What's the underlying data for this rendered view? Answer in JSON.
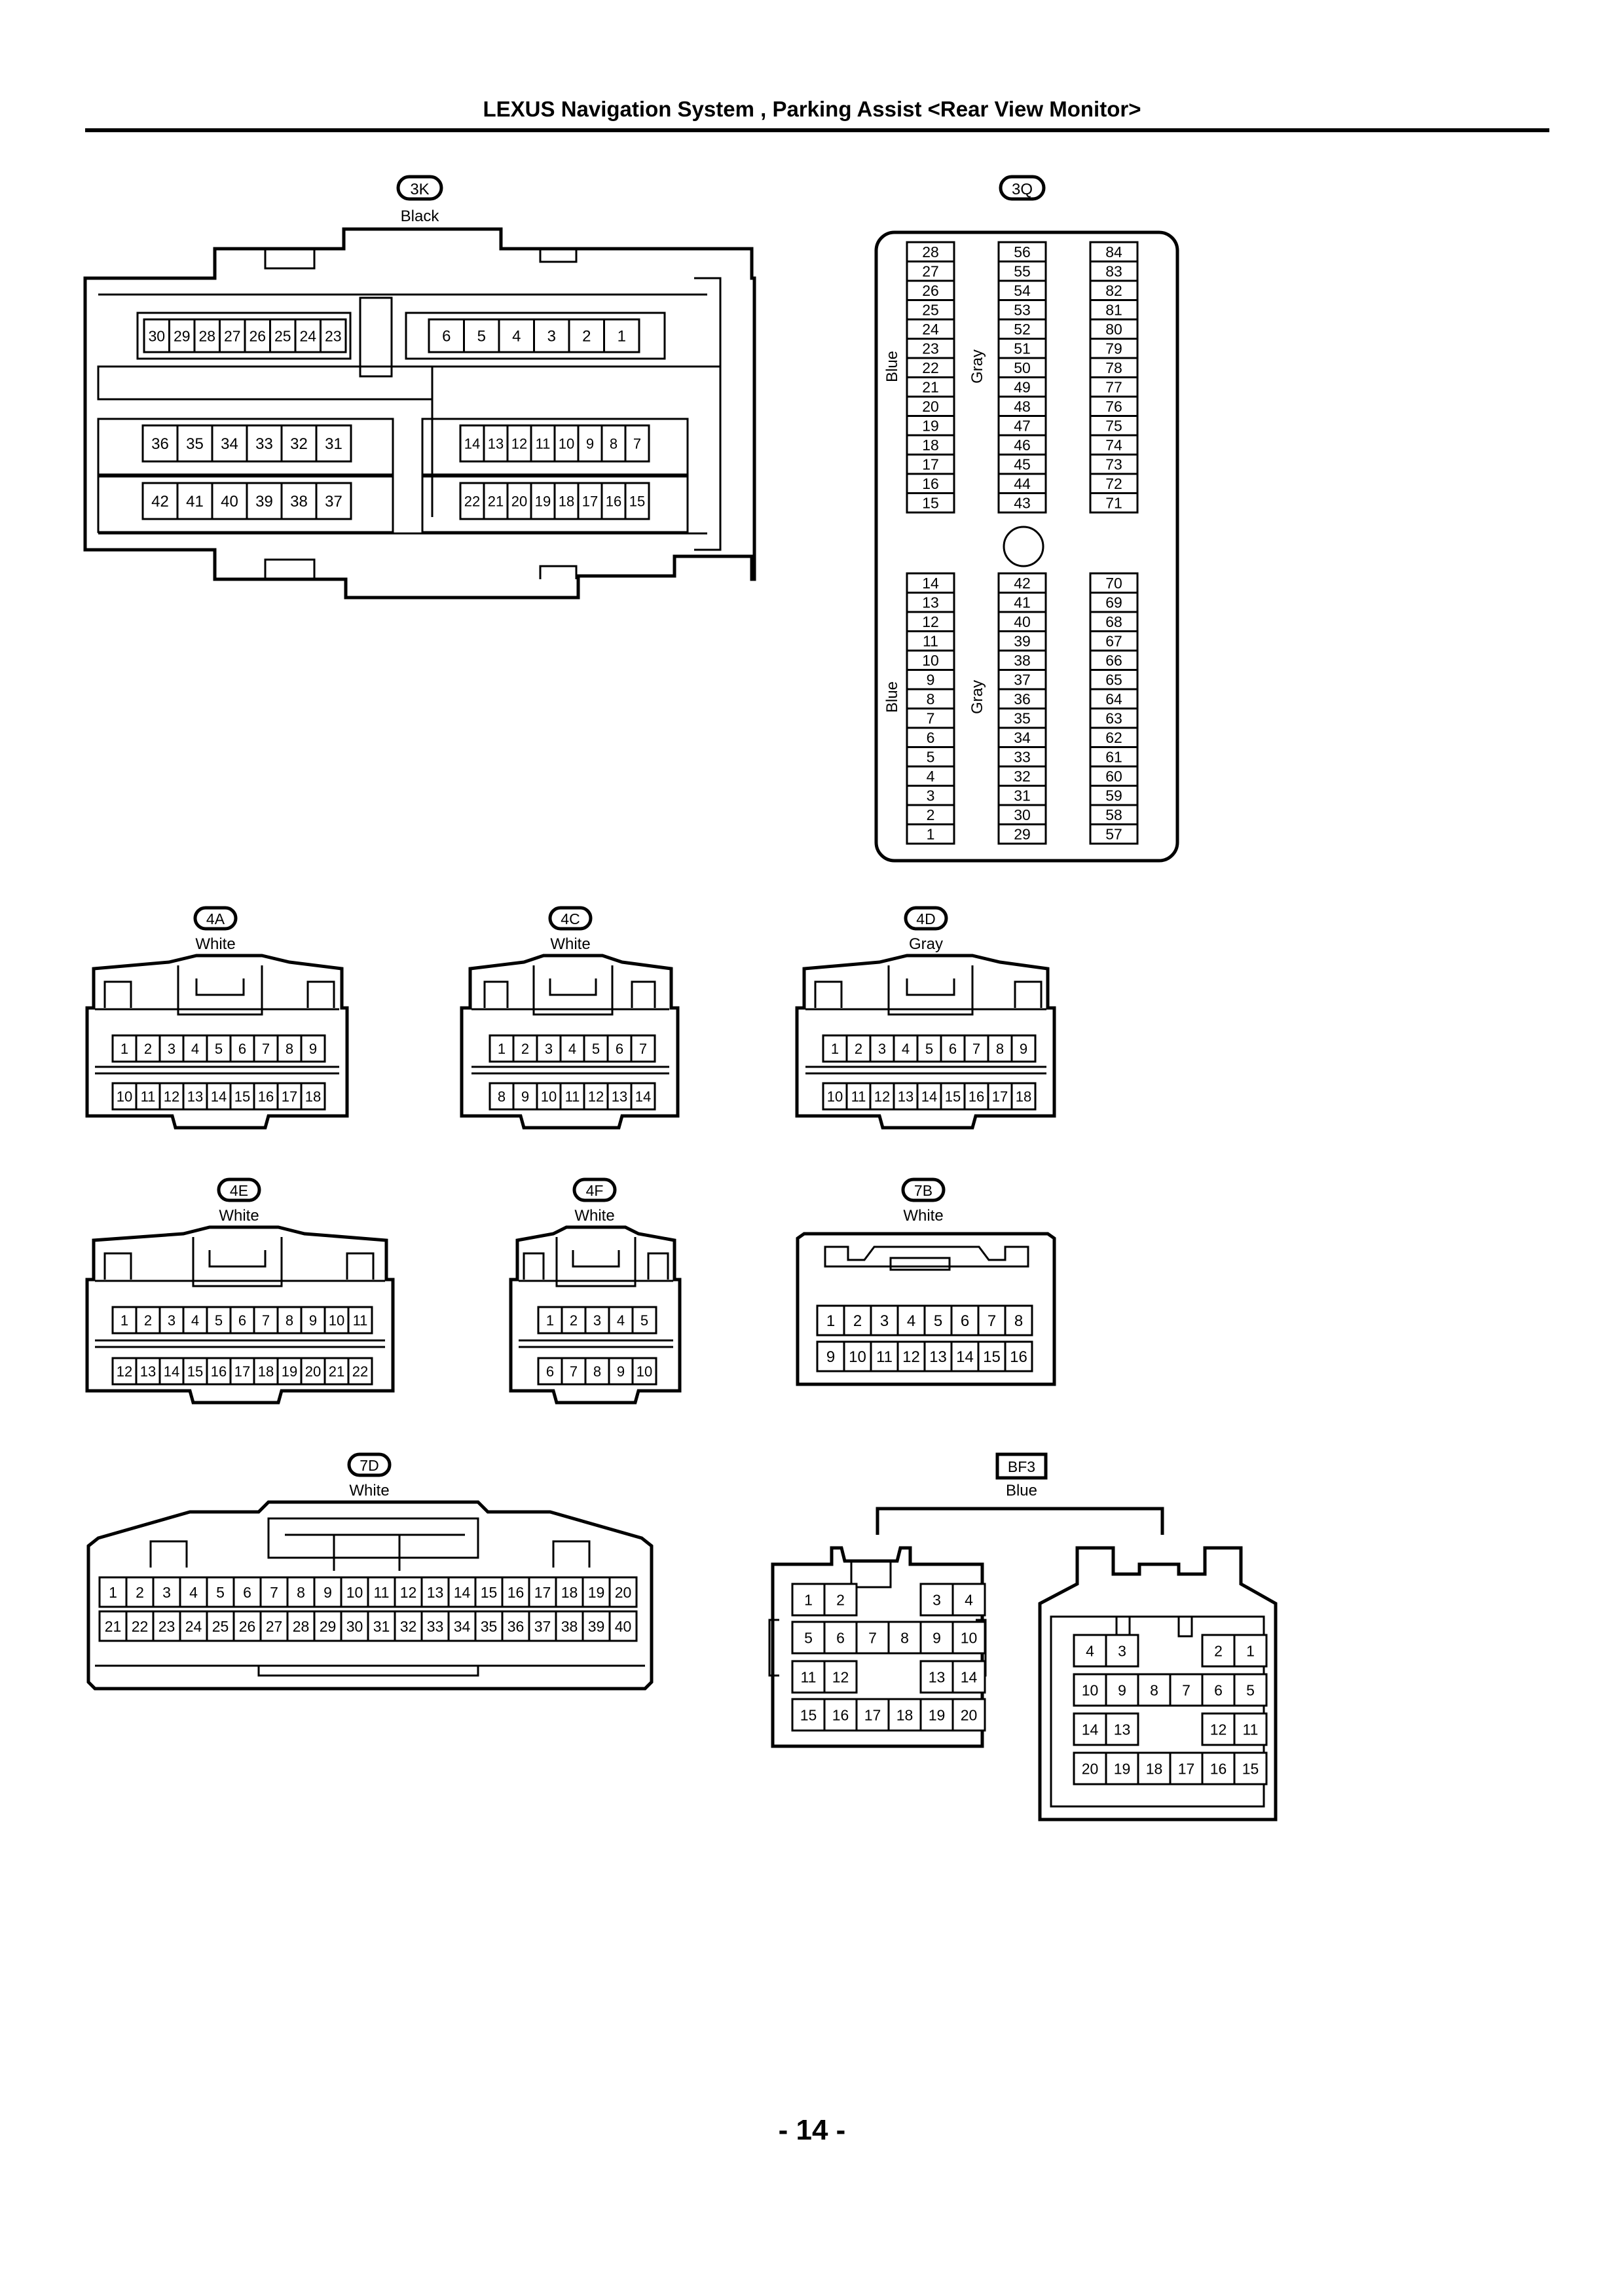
{
  "header": {
    "title": "LEXUS Navigation System , Parking Assist <Rear View Monitor>"
  },
  "footer": {
    "page": "- 14 -"
  },
  "connectors": {
    "c3K": {
      "code": "3K",
      "color": "Black",
      "rows": [
        [
          "30",
          "29",
          "28",
          "27",
          "26",
          "25",
          "24",
          "23"
        ],
        [
          "6",
          "5",
          "4",
          "3",
          "2",
          "1"
        ],
        [
          "36",
          "35",
          "34",
          "33",
          "32",
          "31"
        ],
        [
          "42",
          "41",
          "40",
          "39",
          "38",
          "37"
        ],
        [
          "14",
          "13",
          "12",
          "11",
          "10",
          "9",
          "8",
          "7"
        ],
        [
          "22",
          "21",
          "20",
          "19",
          "18",
          "17",
          "16",
          "15"
        ]
      ]
    },
    "c3Q": {
      "code": "3Q",
      "block_labels": {
        "upper_left": "Blue",
        "upper_mid": "Gray",
        "lower_left": "Blue",
        "lower_mid": "Gray"
      },
      "columns": [
        [
          "28",
          "27",
          "26",
          "25",
          "24",
          "23",
          "22",
          "21",
          "20",
          "19",
          "18",
          "17",
          "16",
          "15"
        ],
        [
          "56",
          "55",
          "54",
          "53",
          "52",
          "51",
          "50",
          "49",
          "48",
          "47",
          "46",
          "45",
          "44",
          "43"
        ],
        [
          "84",
          "83",
          "82",
          "81",
          "80",
          "79",
          "78",
          "77",
          "76",
          "75",
          "74",
          "73",
          "72",
          "71"
        ],
        [
          "14",
          "13",
          "12",
          "11",
          "10",
          "9",
          "8",
          "7",
          "6",
          "5",
          "4",
          "3",
          "2",
          "1"
        ],
        [
          "42",
          "41",
          "40",
          "39",
          "38",
          "37",
          "36",
          "35",
          "34",
          "33",
          "32",
          "31",
          "30",
          "29"
        ],
        [
          "70",
          "69",
          "68",
          "67",
          "66",
          "65",
          "64",
          "63",
          "62",
          "61",
          "60",
          "59",
          "58",
          "57"
        ]
      ]
    },
    "c4A": {
      "code": "4A",
      "color": "White",
      "rows": [
        [
          "1",
          "2",
          "3",
          "4",
          "5",
          "6",
          "7",
          "8",
          "9"
        ],
        [
          "10",
          "11",
          "12",
          "13",
          "14",
          "15",
          "16",
          "17",
          "18"
        ]
      ]
    },
    "c4C": {
      "code": "4C",
      "color": "White",
      "rows": [
        [
          "1",
          "2",
          "3",
          "4",
          "5",
          "6",
          "7"
        ],
        [
          "8",
          "9",
          "10",
          "11",
          "12",
          "13",
          "14"
        ]
      ]
    },
    "c4D": {
      "code": "4D",
      "color": "Gray",
      "rows": [
        [
          "1",
          "2",
          "3",
          "4",
          "5",
          "6",
          "7",
          "8",
          "9"
        ],
        [
          "10",
          "11",
          "12",
          "13",
          "14",
          "15",
          "16",
          "17",
          "18"
        ]
      ]
    },
    "c4E": {
      "code": "4E",
      "color": "White",
      "rows": [
        [
          "1",
          "2",
          "3",
          "4",
          "5",
          "6",
          "7",
          "8",
          "9",
          "10",
          "11"
        ],
        [
          "12",
          "13",
          "14",
          "15",
          "16",
          "17",
          "18",
          "19",
          "20",
          "21",
          "22"
        ]
      ]
    },
    "c4F": {
      "code": "4F",
      "color": "White",
      "rows": [
        [
          "1",
          "2",
          "3",
          "4",
          "5"
        ],
        [
          "6",
          "7",
          "8",
          "9",
          "10"
        ]
      ]
    },
    "c7B": {
      "code": "7B",
      "color": "White",
      "rows": [
        [
          "1",
          "2",
          "3",
          "4",
          "5",
          "6",
          "7",
          "8"
        ],
        [
          "9",
          "10",
          "11",
          "12",
          "13",
          "14",
          "15",
          "16"
        ]
      ]
    },
    "c7D": {
      "code": "7D",
      "color": "White",
      "rows": [
        [
          "1",
          "2",
          "3",
          "4",
          "5",
          "6",
          "7",
          "8",
          "9",
          "10",
          "11",
          "12",
          "13",
          "14",
          "15",
          "16",
          "17",
          "18",
          "19",
          "20"
        ],
        [
          "21",
          "22",
          "23",
          "24",
          "25",
          "26",
          "27",
          "28",
          "29",
          "30",
          "31",
          "32",
          "33",
          "34",
          "35",
          "36",
          "37",
          "38",
          "39",
          "40"
        ]
      ]
    },
    "cBF3": {
      "code": "BF3",
      "color": "Blue",
      "left_rows": [
        [
          "1",
          "2",
          "3",
          "4"
        ],
        [
          "5",
          "6",
          "7",
          "8",
          "9",
          "10"
        ],
        [
          "11",
          "12",
          "13",
          "14"
        ],
        [
          "15",
          "16",
          "17",
          "18",
          "19",
          "20"
        ]
      ],
      "right_rows": [
        [
          "4",
          "3",
          "2",
          "1"
        ],
        [
          "10",
          "9",
          "8",
          "7",
          "6",
          "5"
        ],
        [
          "14",
          "13",
          "12",
          "11"
        ],
        [
          "20",
          "19",
          "18",
          "17",
          "16",
          "15"
        ]
      ]
    }
  }
}
